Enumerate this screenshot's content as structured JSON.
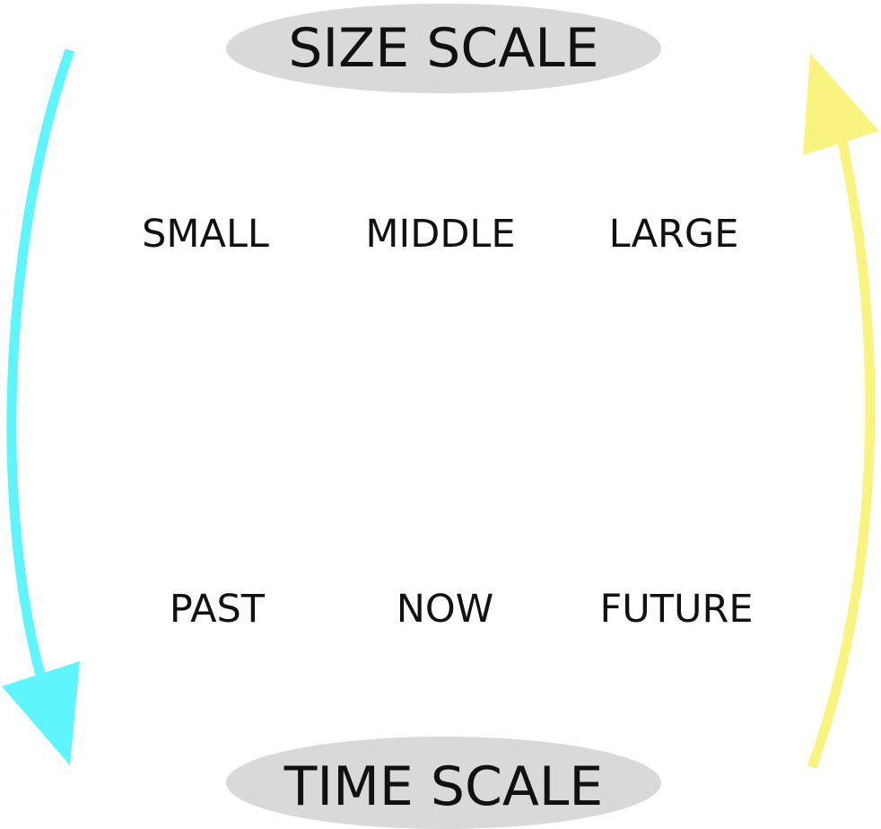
{
  "diagram": {
    "size_scale": {
      "title": "SIZE SCALE",
      "items": [
        "SMALL",
        "MIDDLE",
        "LARGE"
      ]
    },
    "time_scale": {
      "title": "TIME SCALE",
      "items": [
        "PAST",
        "NOW",
        "FUTURE"
      ]
    },
    "connectors": [
      {
        "from": "size_scale",
        "to": "time_scale",
        "color": "#5ff5ff"
      },
      {
        "from": "time_scale",
        "to": "size_scale",
        "color": "#f9f47f"
      }
    ],
    "colors": {
      "pill_fill": "#d9d9d9",
      "text": "#111111",
      "background": "#ffffff"
    }
  }
}
